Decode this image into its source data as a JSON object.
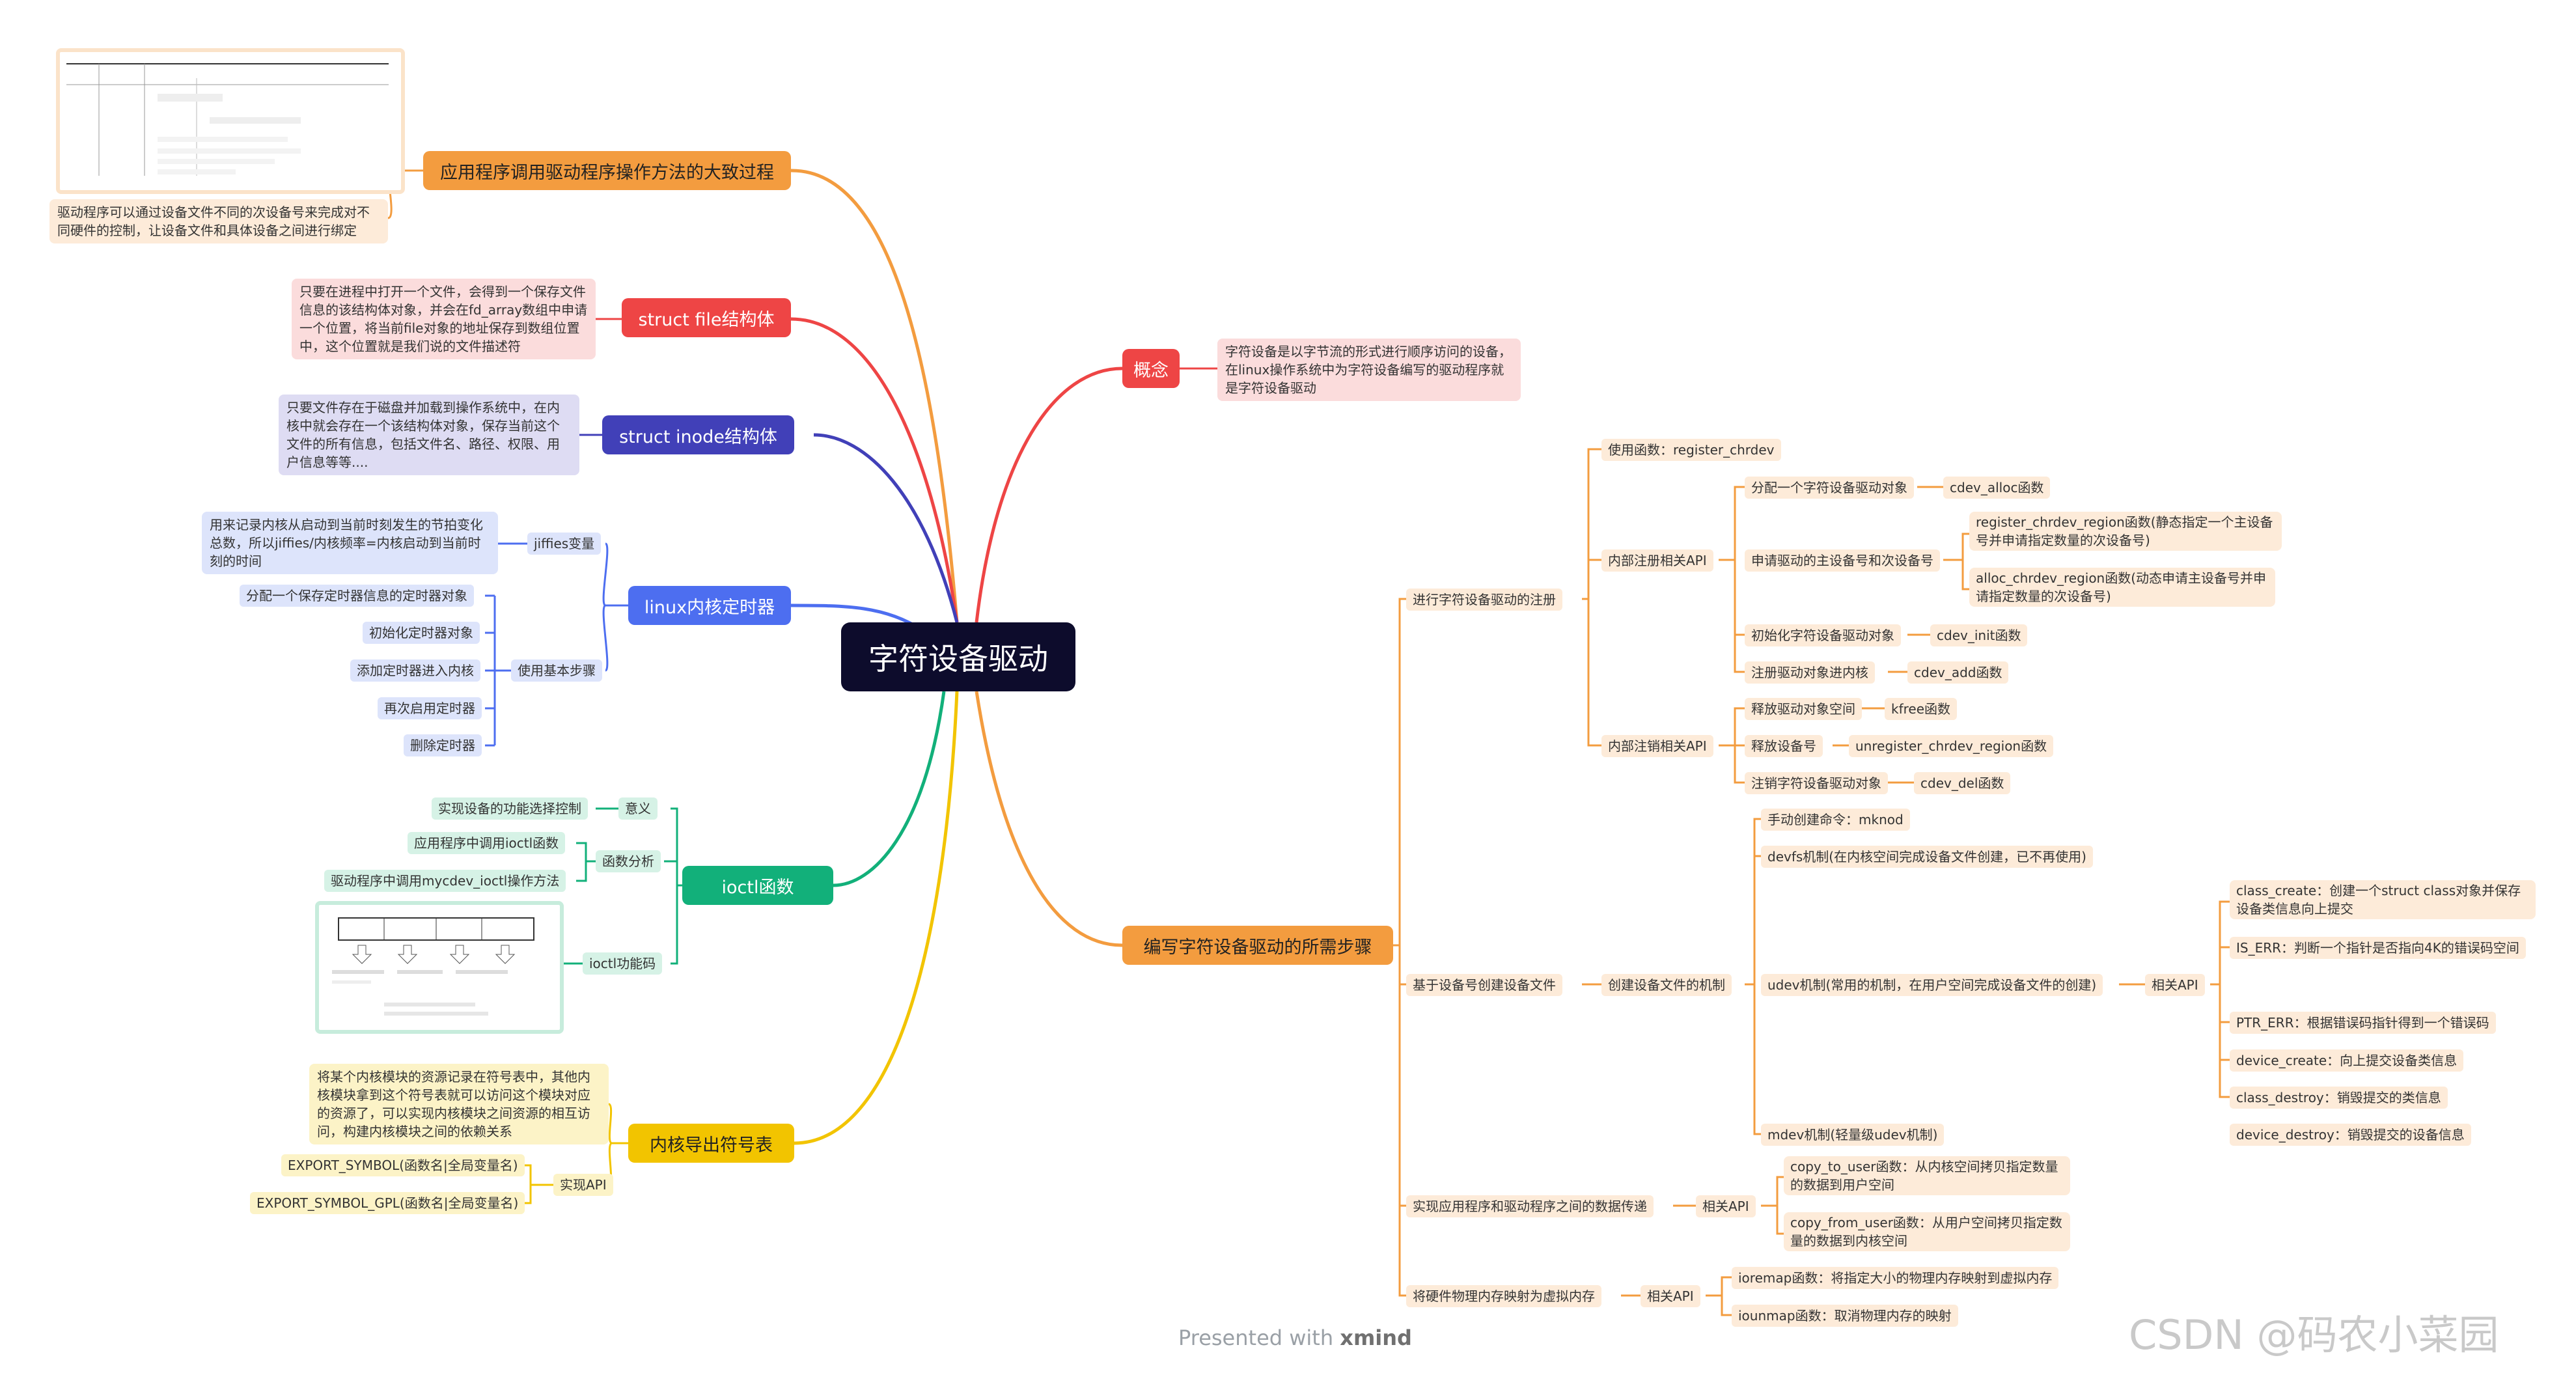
{
  "central": "字符设备驱动",
  "branches": {
    "app_flow": {
      "title": "应用程序调用驱动程序操作方法的大致过程",
      "color": "#f39c3f",
      "note": "驱动程序可以通过设备文件不同的次设备号来完成对不同硬件的控制，让设备文件和具体设备之间进行绑定"
    },
    "struct_file": {
      "title": "struct  file结构体",
      "color": "#ee4545",
      "note": "只要在进程中打开一个文件，会得到一个保存文件信息的该结构体对象，并会在fd_array数组中申请一个位置，将当前file对象的地址保存到数组位置中，这个位置就是我们说的文件描述符"
    },
    "struct_inode": {
      "title": "struct  inode结构体",
      "color": "#4140b8",
      "note": "只要文件存在于磁盘并加载到操作系统中，在内核中就会存在一个该结构体对象，保存当前这个文件的所有信息，包括文件名、路径、权限、用户信息等等...."
    },
    "timer": {
      "title": "linux内核定时器",
      "color": "#4d6ef0",
      "jiffies": "jiffies变量",
      "jiffies_note": "用来记录内核从启动到当前时刻发生的节拍变化总数，所以jiffies/内核频率=内核启动到当前时刻的时间",
      "steps_label": "使用基本步骤",
      "steps": [
        "分配一个保存定时器信息的定时器对象",
        "初始化定时器对象",
        "添加定时器进入内核",
        "再次启用定时器",
        "删除定时器"
      ]
    },
    "ioctl": {
      "title": "ioctl函数",
      "color": "#12b07a",
      "meaning_label": "意义",
      "meaning": "实现设备的功能选择控制",
      "analysis_label": "函数分析",
      "analysis": [
        "应用程序中调用ioctl函数",
        "驱动程序中调用mycdev_ioctl操作方法"
      ],
      "code_label": "ioctl功能码"
    },
    "export": {
      "title": "内核导出符号表",
      "color": "#f2c400",
      "note": "将某个内核模块的资源记录在符号表中，其他内核模块拿到这个符号表就可以访问这个模块对应的资源了，可以实现内核模块之间资源的相互访问，构建内核模块之间的依赖关系",
      "api_label": "实现API",
      "apis": [
        "EXPORT_SYMBOL(函数名|全局变量名)",
        "EXPORT_SYMBOL_GPL(函数名|全局变量名)"
      ]
    },
    "concept": {
      "title": "概念",
      "color": "#ee4545",
      "note": "字符设备是以字节流的形式进行顺序访问的设备，在linux操作系统中为字符设备编写的驱动程序就是字符设备驱动"
    },
    "steps": {
      "title": "编写字符设备驱动的所需步骤",
      "color": "#f39c3f",
      "register": {
        "label": "进行字符设备驱动的注册",
        "use_func": "使用函数：register_chrdev",
        "inner_reg": "内部注册相关API",
        "reg_items": [
          {
            "label": "分配一个字符设备驱动对象",
            "func": "cdev_alloc函数"
          },
          {
            "label": "申请驱动的主设备号和次设备号",
            "funcs": [
              "register_chrdev_region函数(静态指定一个主设备号并申请指定数量的次设备号)",
              "alloc_chrdev_region函数(动态申请主设备号并申请指定数量的次设备号)"
            ]
          },
          {
            "label": "初始化字符设备驱动对象",
            "func": "cdev_init函数"
          },
          {
            "label": "注册驱动对象进内核",
            "func": "cdev_add函数"
          }
        ],
        "inner_unreg": "内部注销相关API",
        "unreg_items": [
          {
            "label": "释放驱动对象空间",
            "func": "kfree函数"
          },
          {
            "label": "释放设备号",
            "func": "unregister_chrdev_region函数"
          },
          {
            "label": "注销字符设备驱动对象",
            "func": "cdev_del函数"
          }
        ]
      },
      "devfile": {
        "label": "基于设备号创建设备文件",
        "mech": "创建设备文件的机制",
        "manual": "手动创建命令：mknod",
        "devfs": "devfs机制(在内核空间完成设备文件创建，已不再使用)",
        "udev": "udev机制(常用的机制，在用户空间完成设备文件的创建)",
        "udev_api": "相关API",
        "udev_apis": [
          "class_create：创建一个struct  class对象并保存设备类信息向上提交",
          "IS_ERR：判断一个指针是否指向4K的错误码空间",
          "PTR_ERR：根据错误码指针得到一个错误码",
          "device_create：向上提交设备类信息",
          "class_destroy：销毁提交的类信息",
          "device_destroy：销毁提交的设备信息"
        ],
        "mdev": "mdev机制(轻量级udev机制)"
      },
      "transfer": {
        "label": "实现应用程序和驱动程序之间的数据传递",
        "api": "相关API",
        "apis": [
          "copy_to_user函数：从内核空间拷贝指定数量的数据到用户空间",
          "copy_from_user函数：从用户空间拷贝指定数量的数据到内核空间"
        ]
      },
      "ioremap": {
        "label": "将硬件物理内存映射为虚拟内存",
        "api": "相关API",
        "apis": [
          "ioremap函数：将指定大小的物理内存映射到虚拟内存",
          "iounmap函数：取消物理内存的映射"
        ]
      }
    }
  },
  "footer": {
    "presented": "Presented with ",
    "brand": "xmind",
    "csdn": "CSDN @码农小菜园"
  }
}
